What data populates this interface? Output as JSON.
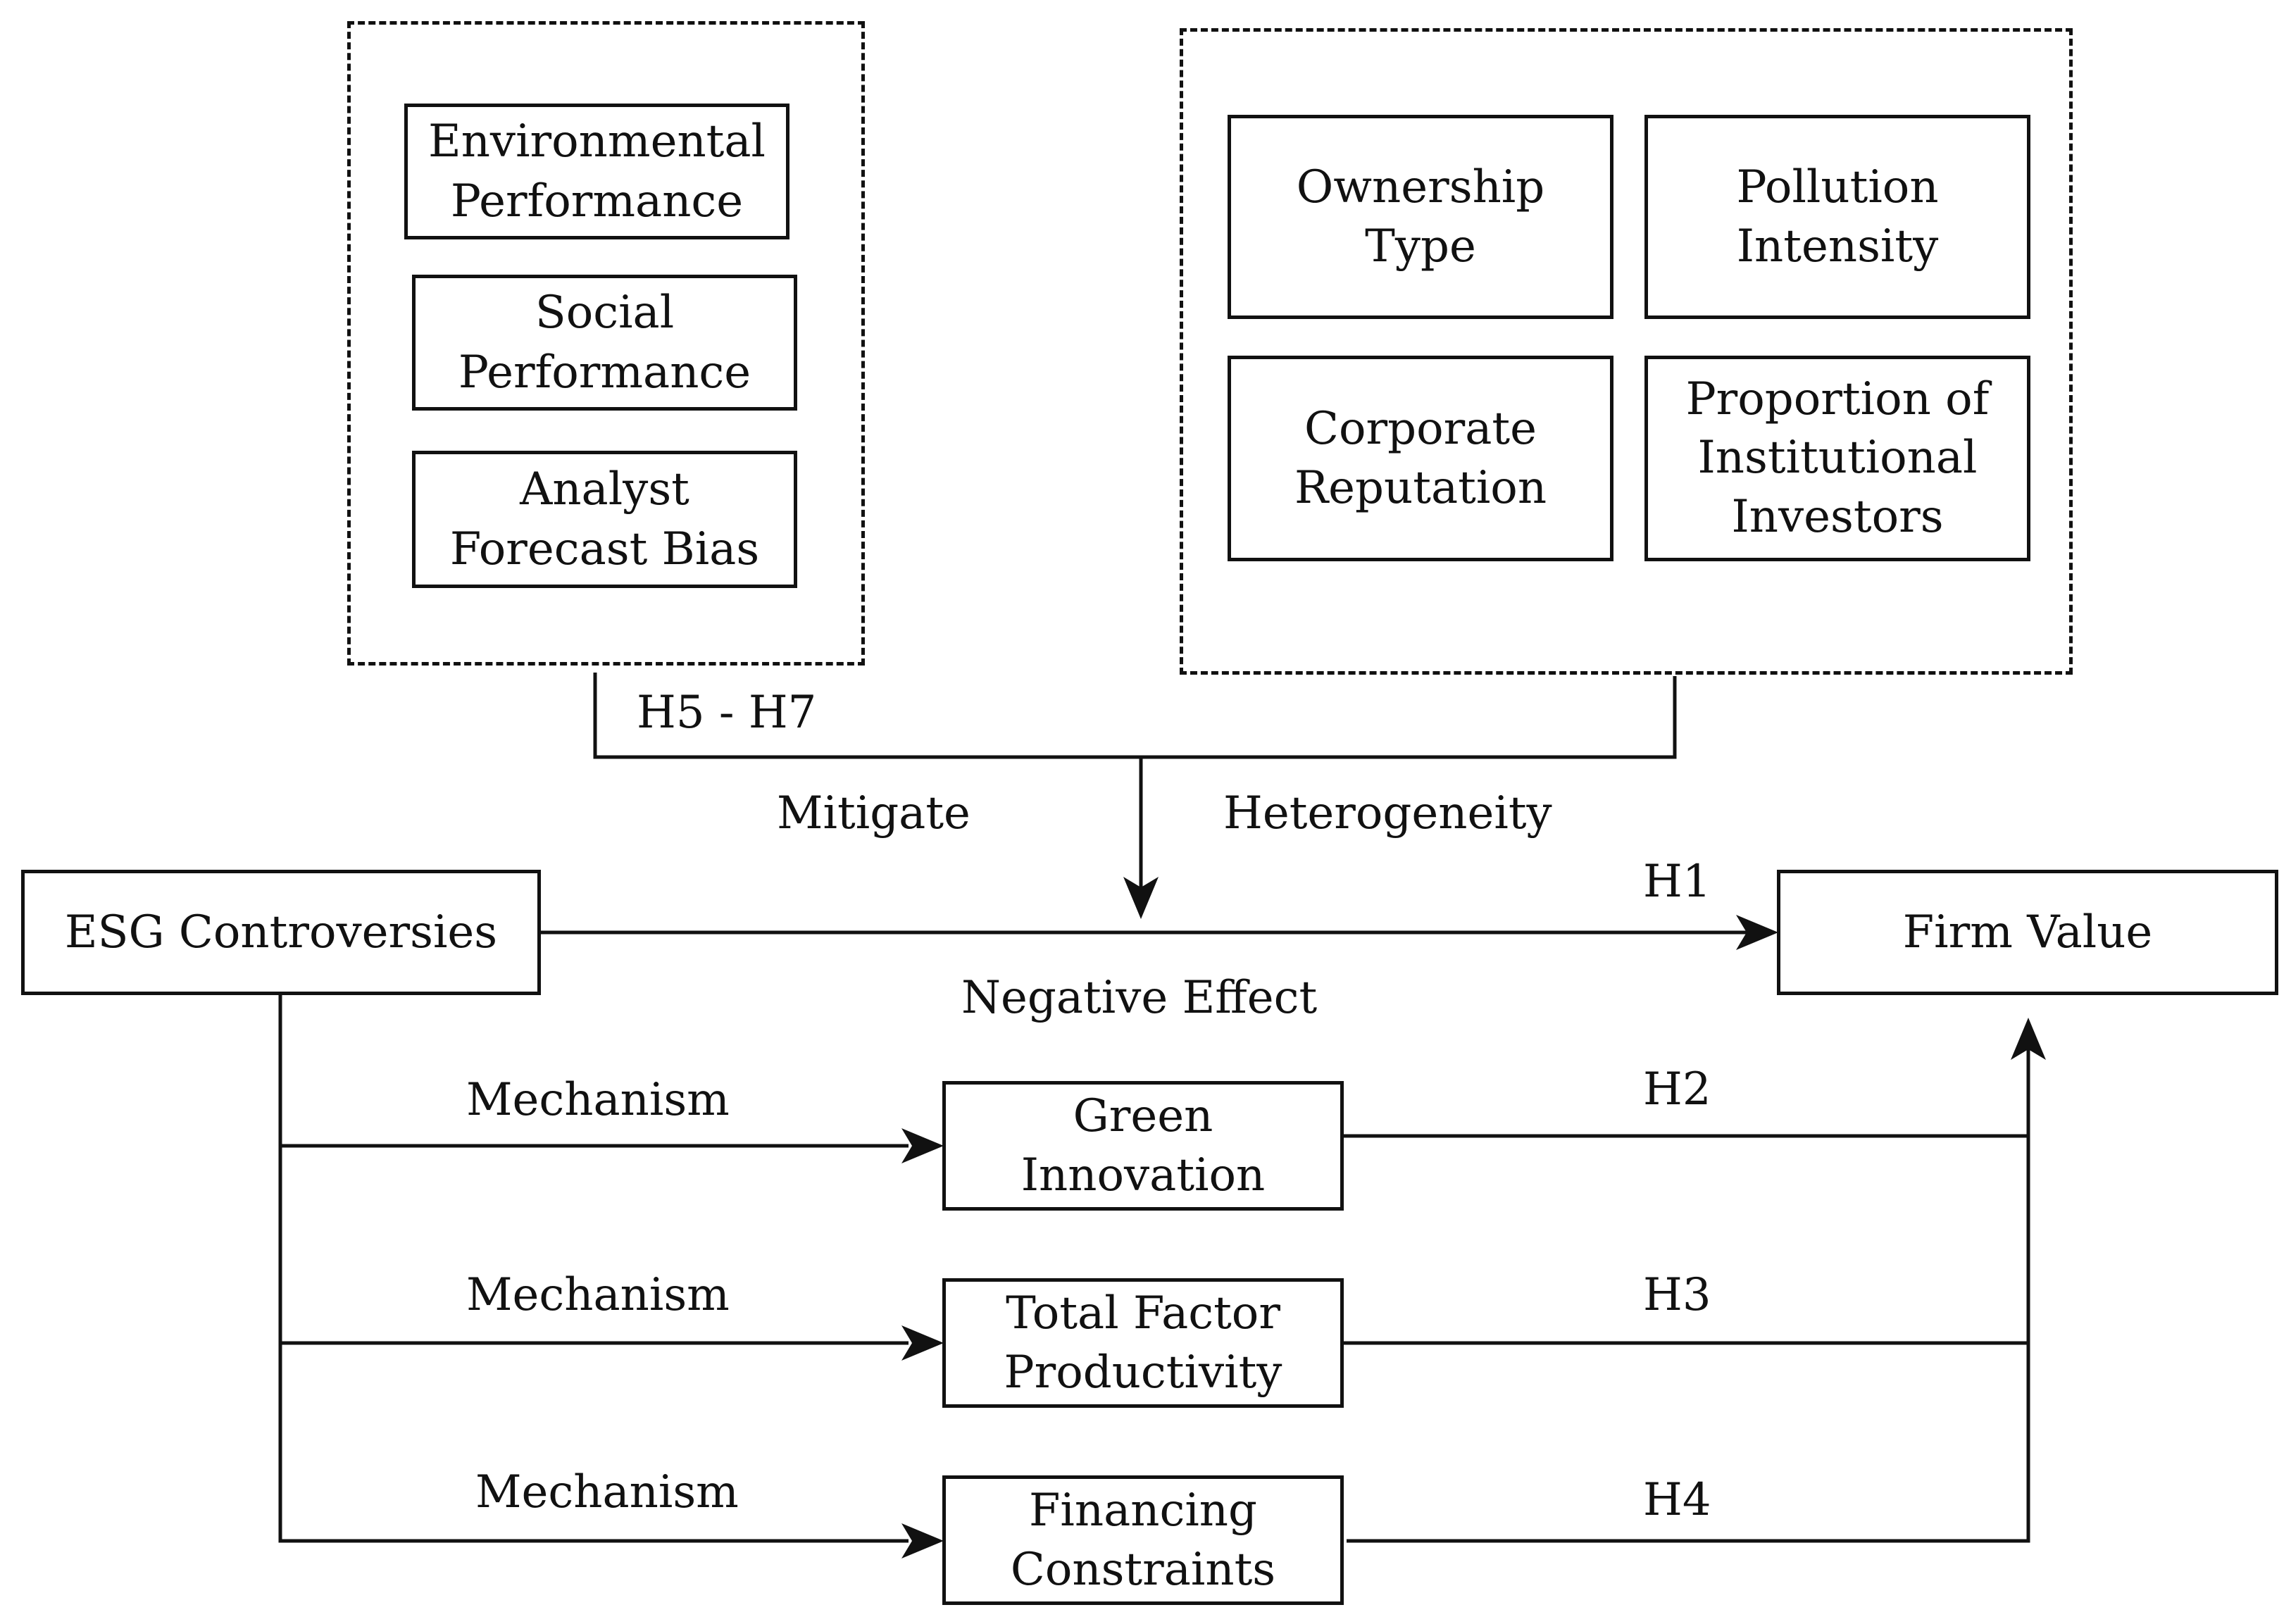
{
  "nodes": {
    "env_perf": [
      "Environmental",
      "Performance"
    ],
    "social_perf": [
      "Social",
      "Performance"
    ],
    "analyst_bias": [
      "Analyst",
      "Forecast Bias"
    ],
    "ownership": [
      "Ownership",
      "Type"
    ],
    "pollution": [
      "Pollution",
      "Intensity"
    ],
    "reputation": [
      "Corporate",
      "Reputation"
    ],
    "institutional": [
      "Proportion of",
      "Institutional",
      "Investors"
    ],
    "esg": "ESG Controversies",
    "firm_value": "Firm Value",
    "green": [
      "Green",
      "Innovation"
    ],
    "tfp": [
      "Total Factor",
      "Productivity"
    ],
    "financing": [
      "Financing",
      "Constraints"
    ]
  },
  "labels": {
    "h5_h7": "H5 - H7",
    "mitigate": "Mitigate",
    "heterogeneity": "Heterogeneity",
    "h1": "H1",
    "negative_effect": "Negative Effect",
    "mechanism_1": "Mechanism",
    "mechanism_2": "Mechanism",
    "mechanism_3": "Mechanism",
    "h2": "H2",
    "h3": "H3",
    "h4": "H4"
  },
  "colors": {
    "stroke": "#111111",
    "background": "#ffffff"
  }
}
